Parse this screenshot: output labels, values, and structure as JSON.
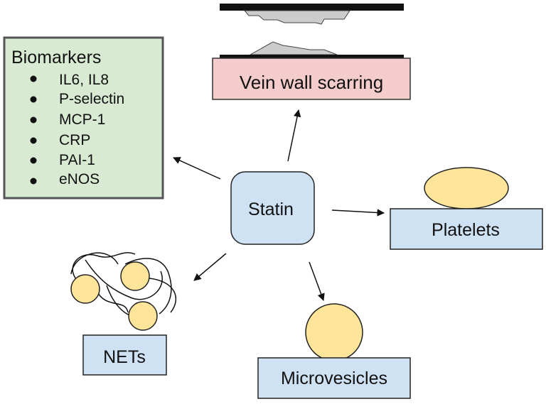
{
  "center": {
    "label": "Statin"
  },
  "biomarkers": {
    "title": "Biomarkers",
    "items": [
      "IL6, IL8",
      "P-selectin",
      "MCP-1",
      "CRP",
      "PAI-1",
      "eNOS"
    ]
  },
  "vein_wall": {
    "label": "Vein wall scarring"
  },
  "platelets": {
    "label": "Platelets"
  },
  "nets": {
    "label": "NETs"
  },
  "microvesicles": {
    "label": "Microvesicles"
  },
  "colors": {
    "blue_fill": "#cfe2f3",
    "green_fill": "#d9ead3",
    "pink_fill": "#f4cccc",
    "yellow_fill": "#ffe599",
    "stroke": "#222222",
    "gray_fill": "#cccccc"
  }
}
